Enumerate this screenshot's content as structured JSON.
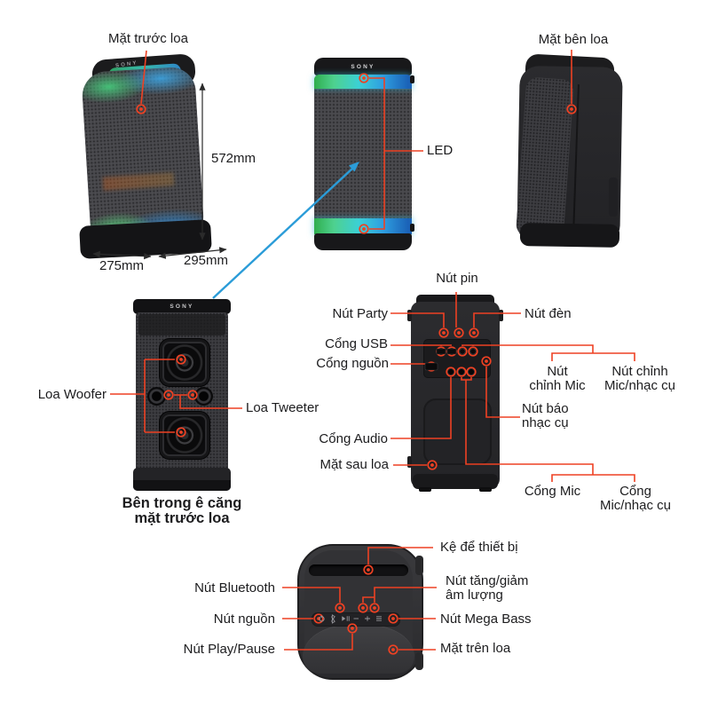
{
  "brand": "SONY",
  "colors": {
    "leader_red": "#ee4123",
    "pointer_blue": "#2b9cd8",
    "text": "#1c1c1e"
  },
  "views": {
    "front_angled": {
      "label": "Mặt trước loa",
      "dim_height": "572mm",
      "dim_width": "275mm",
      "dim_depth": "295mm"
    },
    "front": {
      "led": "LED"
    },
    "side": {
      "label": "Mặt bên loa"
    },
    "front_inside": {
      "woofer": "Loa Woofer",
      "tweeter": "Loa Tweeter",
      "caption1": "Bên trong ê căng",
      "caption2": "mặt trước loa"
    },
    "rear": {
      "battery": "Nút pin",
      "party": "Nút Party",
      "usb": "Cổng USB",
      "power_port": "Cổng nguồn",
      "light": "Nút đèn",
      "mic_level1": "Nút",
      "mic_level2": "chỉnh Mic",
      "mic_guitar_level1": "Nút chỉnh",
      "mic_guitar_level2": "Mic/nhạc cụ",
      "guitar_ind1": "Nút báo",
      "guitar_ind2": "nhạc cụ",
      "audio": "Cổng Audio",
      "rear_face": "Mặt sau loa",
      "mic_jack": "Cổng Mic",
      "mic_guitar_jack1": "Cổng",
      "mic_guitar_jack2": "Mic/nhạc cụ"
    },
    "top": {
      "shelf": "Kệ để thiết bị",
      "bluetooth": "Nút Bluetooth",
      "volume1": "Nút tăng/giảm",
      "volume2": "âm lượng",
      "power": "Nút nguồn",
      "mega_bass": "Nút Mega Bass",
      "play_pause": "Nút Play/Pause",
      "top_face": "Mặt trên loa",
      "icons": [
        "power-icon",
        "bluetooth-icon",
        "play-pause-icon",
        "volume-down-icon",
        "volume-up-icon",
        "mega-bass-icon"
      ]
    }
  }
}
